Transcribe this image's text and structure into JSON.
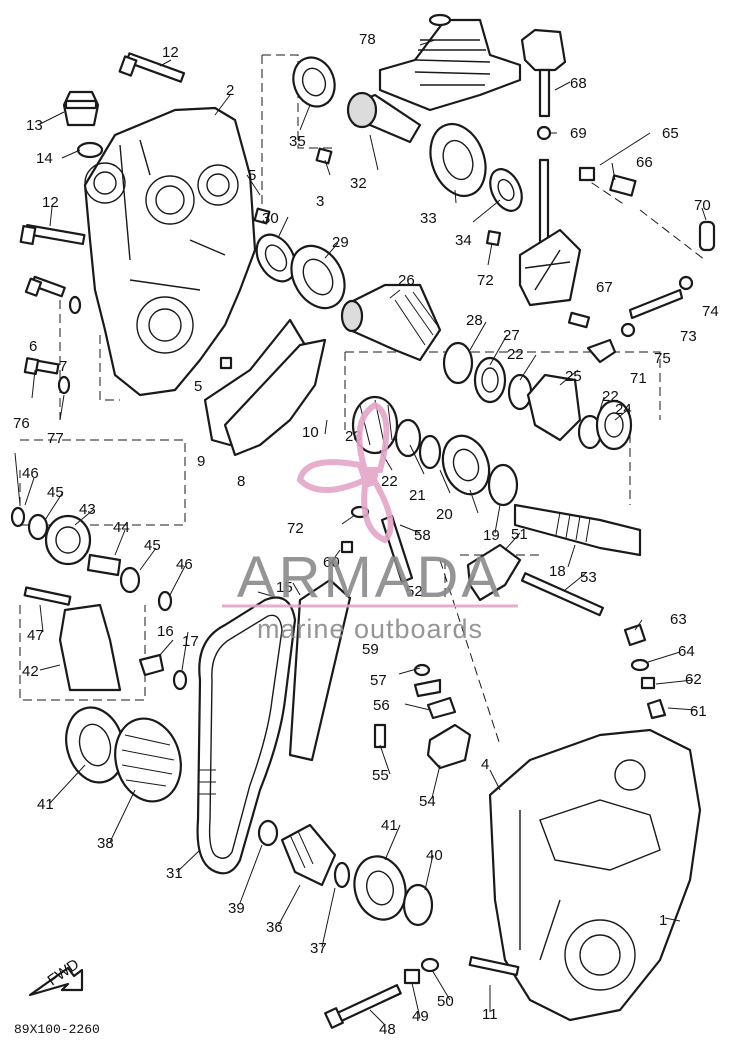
{
  "diagram": {
    "callouts": [
      "1",
      "2",
      "3",
      "4",
      "5",
      "5",
      "6",
      "7",
      "8",
      "9",
      "10",
      "11",
      "12",
      "12",
      "13",
      "14",
      "15",
      "16",
      "17",
      "18",
      "19",
      "20",
      "21",
      "22",
      "22",
      "22",
      "23",
      "24",
      "25",
      "26",
      "27",
      "28",
      "29",
      "30",
      "31",
      "32",
      "33",
      "34",
      "35",
      "36",
      "37",
      "38",
      "39",
      "40",
      "41",
      "41",
      "42",
      "43",
      "44",
      "45",
      "45",
      "46",
      "46",
      "47",
      "48",
      "49",
      "50",
      "51",
      "52",
      "53",
      "54",
      "55",
      "56",
      "57",
      "58",
      "59",
      "60",
      "61",
      "62",
      "63",
      "64",
      "65",
      "66",
      "67",
      "68",
      "69",
      "70",
      "71",
      "72",
      "72",
      "73",
      "74",
      "75",
      "76",
      "77",
      "78"
    ],
    "drawing_code": "89X100-2260",
    "direction_marker": "FWD"
  },
  "watermark": {
    "brand": "ARMADA",
    "tagline": "marine outboards",
    "brand_color": "#8a8a8a",
    "accent_color": "#e5a5c8"
  }
}
